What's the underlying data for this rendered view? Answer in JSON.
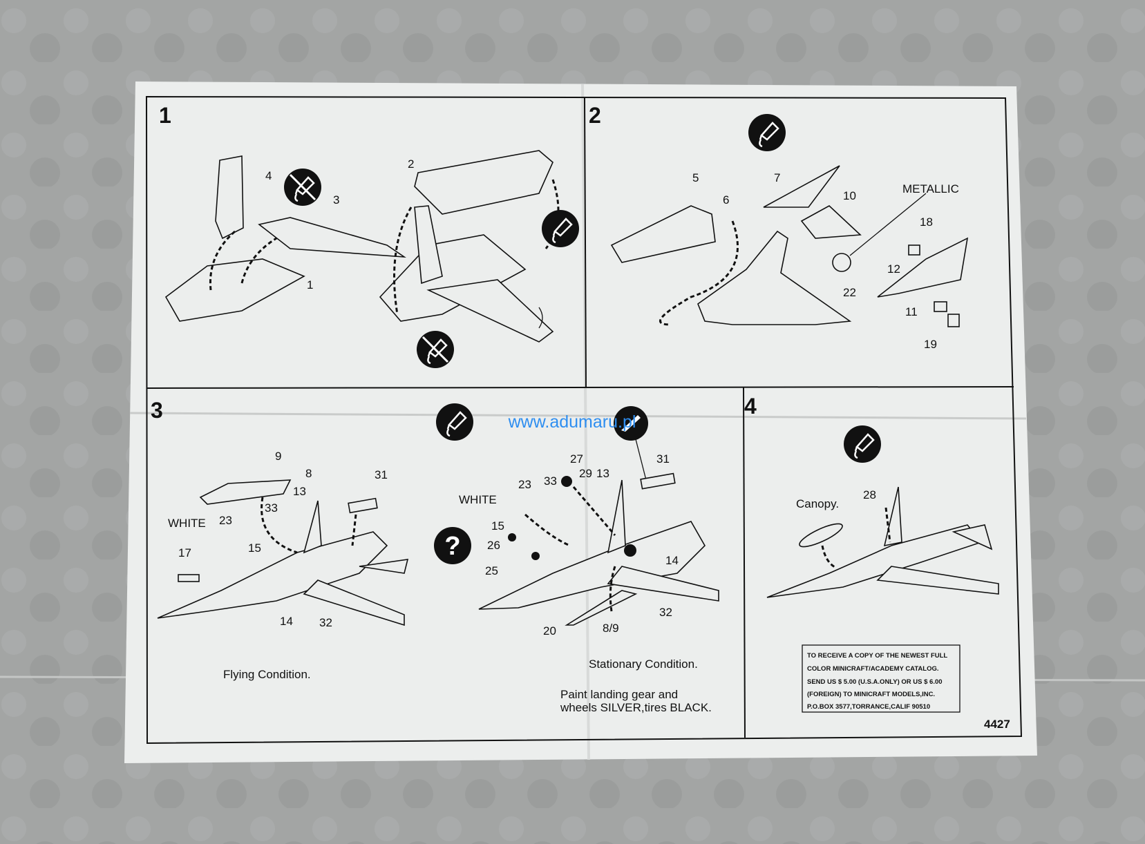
{
  "steps": {
    "s1": {
      "number": "1",
      "parts": [
        "4",
        "3",
        "1",
        "2"
      ]
    },
    "s2": {
      "number": "2",
      "parts": [
        "5",
        "6",
        "7",
        "10",
        "18",
        "12",
        "22",
        "11",
        "19"
      ],
      "metallic": "METALLIC"
    },
    "s3": {
      "number": "3",
      "flying": {
        "parts": [
          "9",
          "8",
          "31",
          "13",
          "23",
          "33",
          "15",
          "17",
          "14",
          "32"
        ],
        "white": "WHITE",
        "caption": "Flying Condition."
      },
      "stationary": {
        "parts": [
          "23",
          "33",
          "27",
          "29",
          "13",
          "31",
          "15",
          "26",
          "25",
          "14",
          "32",
          "20",
          "8/9"
        ],
        "white": "WHITE",
        "caption": "Stationary Condition.",
        "note_line1": "Paint landing gear and",
        "note_line2": "wheels SILVER,tires BLACK."
      }
    },
    "s4": {
      "number": "4",
      "canopy": "Canopy.",
      "part": "28"
    }
  },
  "catalog_box": {
    "lines": [
      "TO RECEIVE A COPY OF THE NEWEST FULL",
      "COLOR MINICRAFT/ACADEMY CATALOG.",
      "SEND US $ 5.00 (U.S.A.ONLY) OR US $ 6.00",
      "(FOREIGN) TO MINICRAFT MODELS,INC.",
      "P.O.BOX 3577,TORRANCE,CALIF 90510"
    ]
  },
  "kit_number": "4427",
  "watermark": "www.adumaru.pl",
  "icons": [
    "glue-icon",
    "no-glue-icon",
    "question-icon",
    "knife-icon"
  ],
  "colors": {
    "paper": "#eceeed",
    "ink": "#111111",
    "watermark": "#2e8ef0",
    "background": "#9a9c9b"
  }
}
